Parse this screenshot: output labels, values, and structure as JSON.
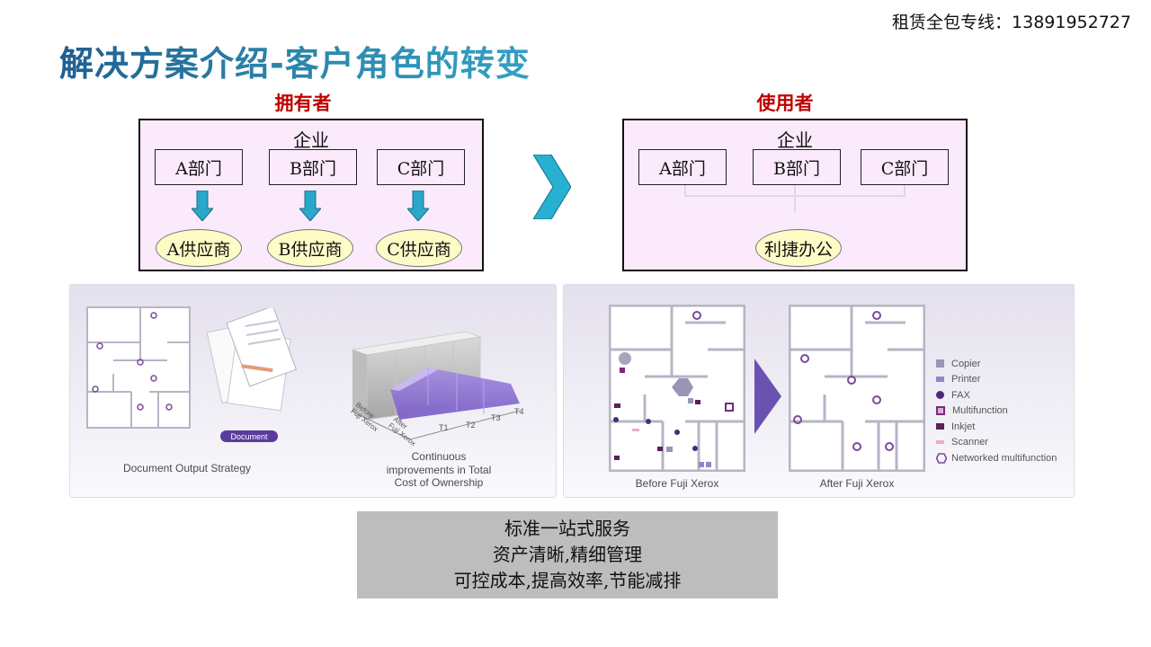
{
  "hotline": "租赁全包专线：13891952727",
  "title": "解决方案介绍-客户角色的转变",
  "left_diagram": {
    "role": "拥有者",
    "enterprise": "企业",
    "departments": [
      "A部门",
      "B部门",
      "C部门"
    ],
    "suppliers": [
      "A供应商",
      "B供应商",
      "C供应商"
    ]
  },
  "right_diagram": {
    "role": "使用者",
    "enterprise": "企业",
    "departments": [
      "A部门",
      "B部门",
      "C部门"
    ],
    "provider": "利捷办公"
  },
  "left_panel": {
    "doc_tag": "Document",
    "caption_left": "Document Output Strategy",
    "caption_right": [
      "Continuous",
      "improvements in Total",
      "Cost of Ownership"
    ],
    "chart_labels": {
      "before": "Before\nFuji Xerox",
      "after": "After\nFuji Xerox",
      "ticks": [
        "T1",
        "T2",
        "T3",
        "T4"
      ]
    }
  },
  "right_panel": {
    "caption_before": "Before Fuji Xerox",
    "caption_after": "After Fuji Xerox",
    "legend": [
      {
        "label": "Copier",
        "color": "#9a95b8",
        "shape": "square"
      },
      {
        "label": "Printer",
        "color": "#8e88c9",
        "shape": "square"
      },
      {
        "label": "FAX",
        "color": "#4b2a7a",
        "shape": "circle"
      },
      {
        "label": "Multifunction",
        "color": "#7a2a7a",
        "shape": "square-outline"
      },
      {
        "label": "Inkjet",
        "color": "#5a1f5a",
        "shape": "square"
      },
      {
        "label": "Scanner",
        "color": "#f1a9c8",
        "shape": "bar"
      },
      {
        "label": "Networked multifunction",
        "color": "#7a4a9a",
        "shape": "hexagon"
      }
    ]
  },
  "bottom_box": {
    "lines": [
      "标准一站式服务",
      "资产清晰,精细管理",
      "可控成本,提高效率,节能减排"
    ]
  }
}
